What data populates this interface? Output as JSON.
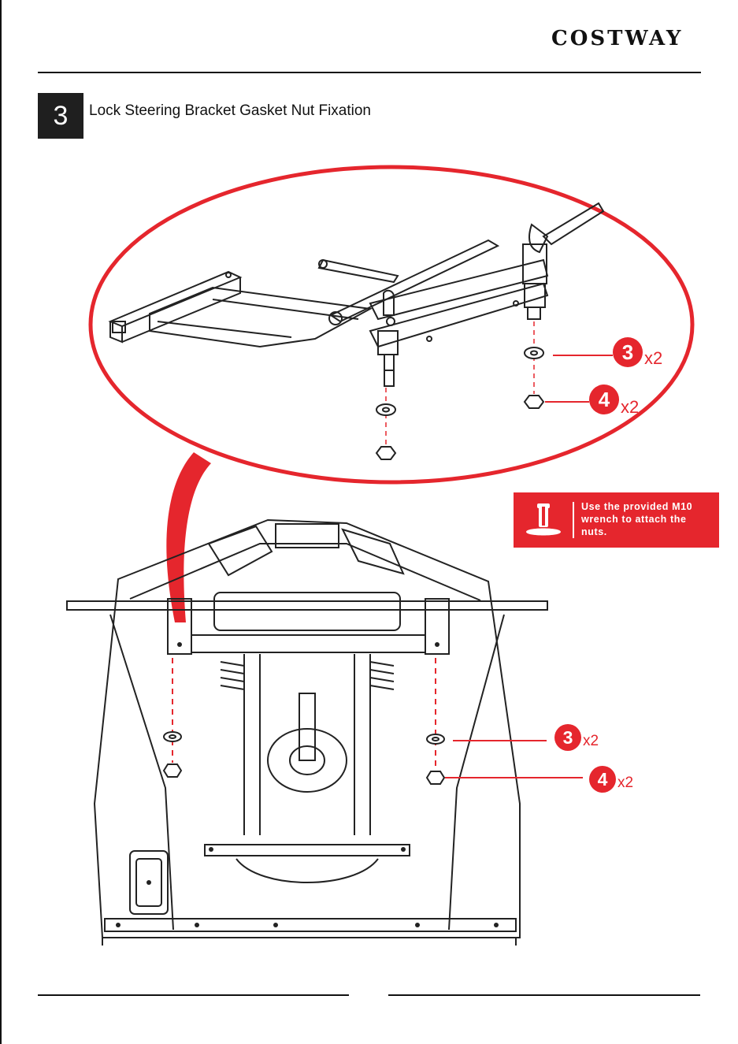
{
  "brand": {
    "name": "COSTWAY"
  },
  "step": {
    "number": "3",
    "title": "Lock Steering Bracket Gasket Nut Fixation"
  },
  "callouts": [
    {
      "part": "3",
      "qty": "x2"
    },
    {
      "part": "4",
      "qty": "x2"
    },
    {
      "part": "3",
      "qty": "x2"
    },
    {
      "part": "4",
      "qty": "x2"
    }
  ],
  "tip": {
    "text": "Use the provided M10 wrench to attach the nuts."
  },
  "icons": {
    "wrench": "wrench-icon",
    "washer": "washer-icon",
    "nut": "nut-icon"
  },
  "colors": {
    "accent": "#e5262d",
    "ink": "#1f1f1f"
  }
}
